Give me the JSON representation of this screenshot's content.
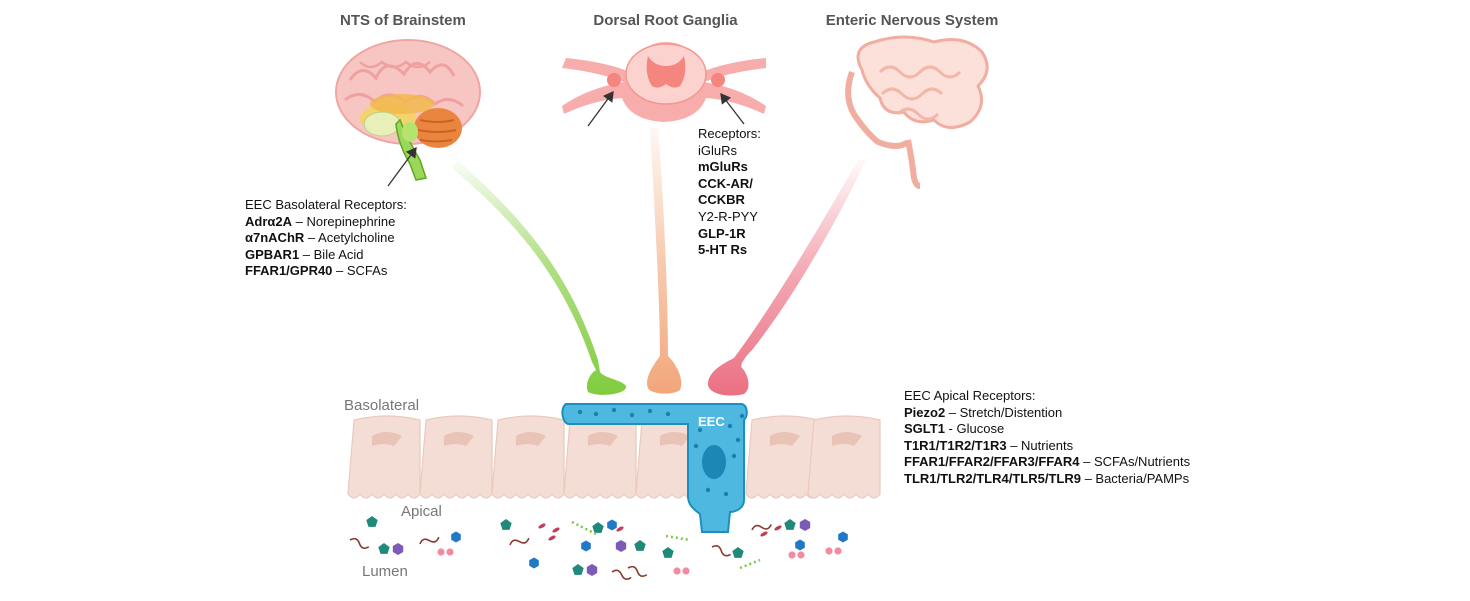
{
  "titles": {
    "brain": "NTS of Brainstem",
    "drg": "Dorsal Root Ganglia",
    "ens": "Enteric Nervous System"
  },
  "labels": {
    "basolateral": "Basolateral",
    "apical": "Apical",
    "lumen": "Lumen",
    "eec": "EEC"
  },
  "basolateral_receptors": {
    "heading": "EEC Basolateral Receptors:",
    "items": [
      {
        "receptor": "Adrα2A",
        "ligand": " – Norepinephrine"
      },
      {
        "receptor": "α7nAChR",
        "ligand": " – Acetylcholine"
      },
      {
        "receptor": "GPBAR1",
        "ligand": " – Bile Acid"
      },
      {
        "receptor": "FFAR1/GPR40",
        "ligand": " – SCFAs"
      }
    ]
  },
  "drg_receptors": {
    "heading": "Receptors:",
    "items": [
      "iGluRs",
      "mGluRs",
      "CCK-AR/",
      "CCKBR",
      "Y2-R-PYY",
      "GLP-1R",
      "5-HT Rs"
    ]
  },
  "apical_receptors": {
    "heading": "EEC Apical Receptors:",
    "items": [
      {
        "receptor": "Piezo2",
        "ligand": " – Stretch/Distention"
      },
      {
        "receptor": "SGLT1",
        "ligand": " - Glucose"
      },
      {
        "receptor": "T1R1/T1R2/T1R3",
        "ligand": " – Nutrients"
      },
      {
        "receptor": "FFAR1/FFAR2/FFAR3/FFAR4",
        "ligand": " – SCFAs/Nutrients"
      },
      {
        "receptor": "TLR1/TLR2/TLR4/TLR5/TLR9",
        "ligand": " – Bacteria/PAMPs"
      }
    ]
  },
  "colors": {
    "brain_fiber": "#8fd14f",
    "drg_fiber": "#f4b48e",
    "ens_fiber": "#ee7f90",
    "eec_cell": "#4fb8e0",
    "epithelium": "#f4ddd4",
    "drg_tissue": "#f7a9a6",
    "intestine": "#f9d1c8"
  }
}
